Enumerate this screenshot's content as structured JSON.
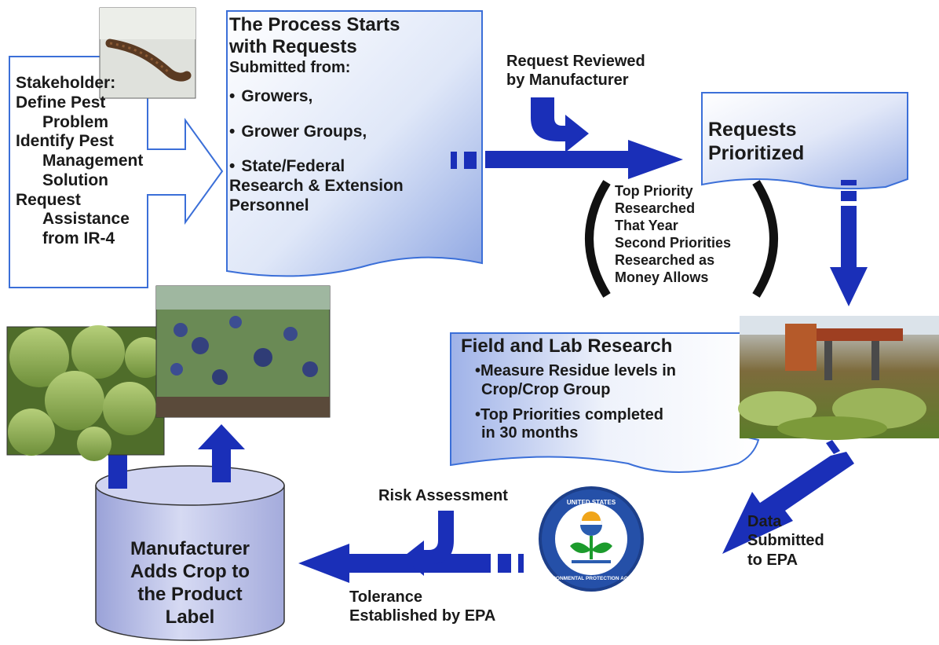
{
  "stakeholder": {
    "title": "Stakeholder:",
    "items": [
      {
        "head": "Define Pest",
        "tail": "Problem"
      },
      {
        "head": "Identify Pest",
        "tail": "Management"
      },
      {
        "head": "",
        "tail": "Solution"
      },
      {
        "head": "Request",
        "tail": "Assistance"
      },
      {
        "head": "",
        "tail": "from  IR-4"
      }
    ]
  },
  "process_start": {
    "title_line1": "The Process Starts",
    "title_line2": "with Requests",
    "subtitle": "Submitted from:",
    "items": [
      "Growers,",
      "Grower Groups,",
      "State/Federal"
    ],
    "tail_line1": "Research & Extension",
    "tail_line2": "Personnel"
  },
  "request_reviewed": {
    "line1": "Request Reviewed",
    "line2": "by Manufacturer"
  },
  "requests_prioritized": {
    "line1": "Requests",
    "line2": "Prioritized"
  },
  "priority_note": {
    "lines": [
      "Top Priority",
      "Researched",
      "That Year",
      "Second Priorities",
      "Researched as",
      "Money Allows"
    ]
  },
  "field_lab": {
    "title": "Field and Lab Research",
    "bullet1_line1": "•Measure Residue levels in",
    "bullet1_line2": "Crop/Crop Group",
    "bullet2_line1": "•Top Priorities completed",
    "bullet2_line2": "in 30 months"
  },
  "data_submitted": {
    "line1": "Data",
    "line2": "Submitted",
    "line3": "to EPA"
  },
  "risk_assessment": "Risk Assessment",
  "tolerance": {
    "line1": "Tolerance",
    "line2": "Established by EPA"
  },
  "manufacturer": {
    "line1": "Manufacturer",
    "line2": "Adds Crop to",
    "line3": "the Product",
    "line4": "Label"
  },
  "epa_seal": {
    "top_text": "UNITED STATES",
    "bottom_text": "ENVIRONMENTAL PROTECTION AGENCY"
  },
  "colors": {
    "arrow_blue": "#1a2fb8",
    "doc_border": "#3b6fd8",
    "doc_fill_start": "#ffffff",
    "doc_fill_end": "#9fb4e6",
    "cylinder_fill": "#b9bfe8"
  }
}
